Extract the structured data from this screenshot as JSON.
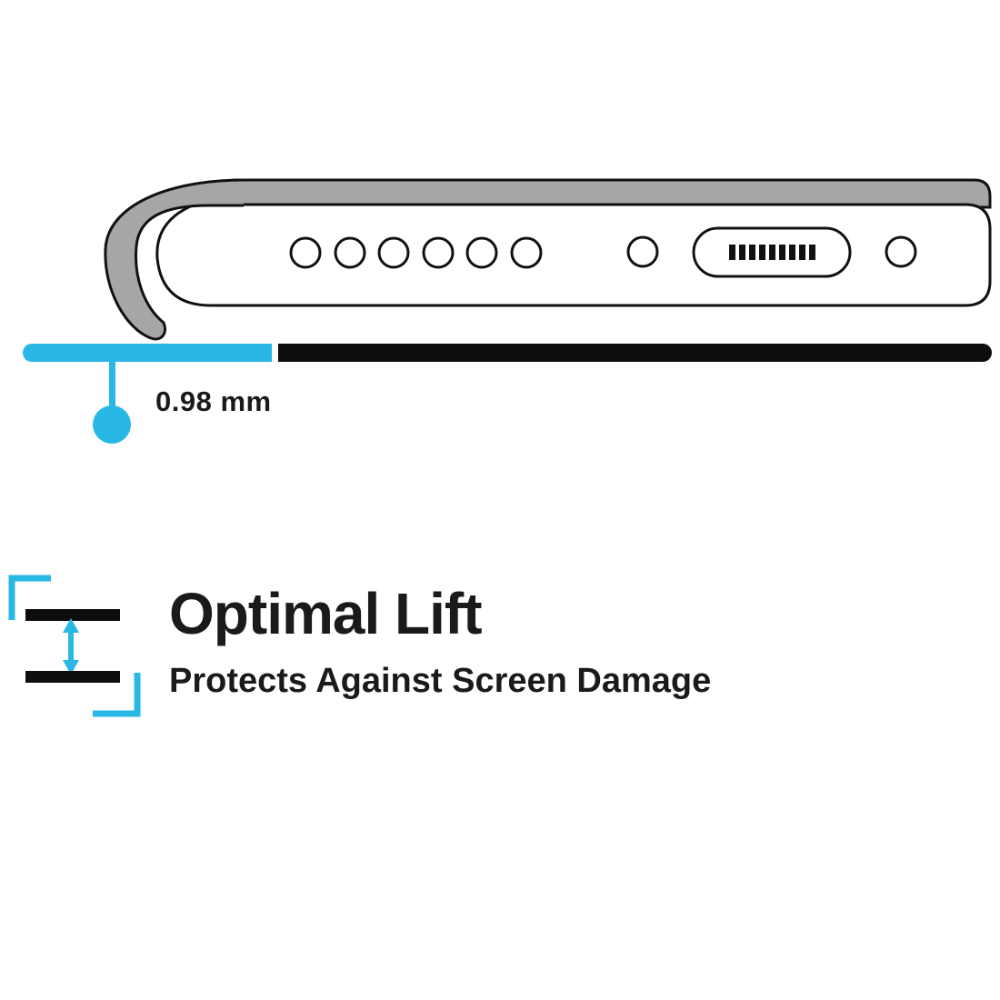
{
  "colors": {
    "accent": "#29b8e5",
    "ink": "#1a1a1a",
    "case_gray": "#a6a6a6",
    "bar_black": "#0d0d0d",
    "page_bg": "#ffffff"
  },
  "diagram": {
    "name": "phone-case-bottom-edge-side-view",
    "measurement": {
      "value": "0.98 mm"
    },
    "icons": {
      "case_lip": "case-lip-hook",
      "speaker_holes": "speaker-hole-row",
      "charging_port": "charging-port",
      "surface_bar": "lift-gap-indicator-bar",
      "callout_dot": "measurement-callout-dot"
    }
  },
  "feature": {
    "title": "Optimal Lift",
    "subtitle": "Protects Against Screen Damage",
    "icon": "optimal-lift-spacing-icon"
  }
}
